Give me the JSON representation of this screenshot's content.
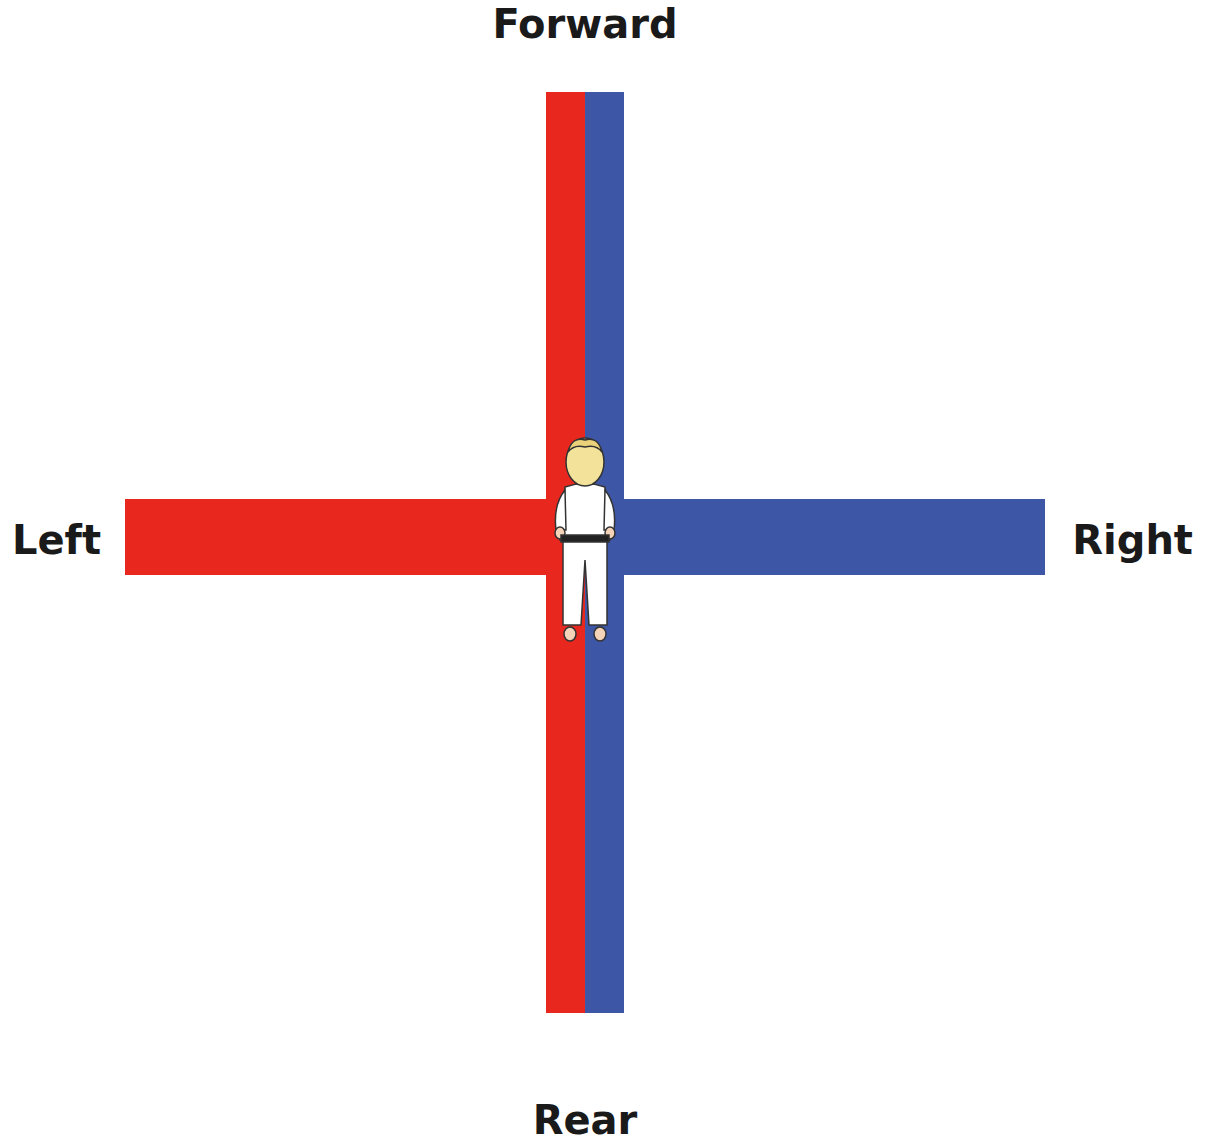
{
  "diagram": {
    "labels": [
      "Forward",
      "Left",
      "Right",
      "Rear"
    ]
  }
}
